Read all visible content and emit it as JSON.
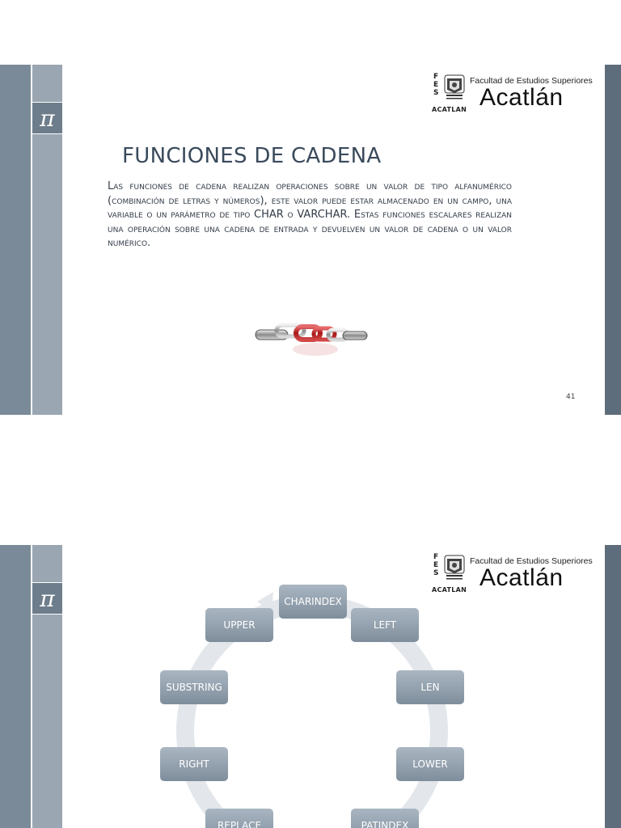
{
  "slide1": {
    "pi_symbol": "π",
    "logo": {
      "letters": [
        "F",
        "E",
        "S"
      ],
      "small_text": "ACATLAN",
      "top_text": "Facultad de Estudios Superiores",
      "main_text": "Acatlán"
    },
    "title": "FUNCIONES DE CADENA",
    "body": "Las funciones de cadena realizan operaciones sobre un valor de tipo alfanumérico (combinación de letras y números), este valor puede estar almacenado en un campo, una variable o un parámetro de tipo CHAR o VARCHAR. Estas funciones escalares realizan una operación sobre una cadena de entrada y devuelven un valor de cadena o un valor numérico.",
    "page_number": "41"
  },
  "slide2": {
    "pi_symbol": "π",
    "logo": {
      "letters": [
        "F",
        "E",
        "S"
      ],
      "small_text": "ACATLAN",
      "top_text": "Facultad de Estudios Superiores",
      "main_text": "Acatlán"
    },
    "cycle": [
      "CHARINDEX",
      "LEFT",
      "LEN",
      "LOWER",
      "PATINDEX",
      "REPLACE",
      "RIGHT",
      "SUBSTRING",
      "UPPER"
    ]
  },
  "colors": {
    "sidebar_dark": "#7a8a98",
    "sidebar_light": "#9aa6b1",
    "title": "#3a4a5c",
    "node_top": "#aab6c2",
    "node_bottom": "#7f8e9c"
  }
}
